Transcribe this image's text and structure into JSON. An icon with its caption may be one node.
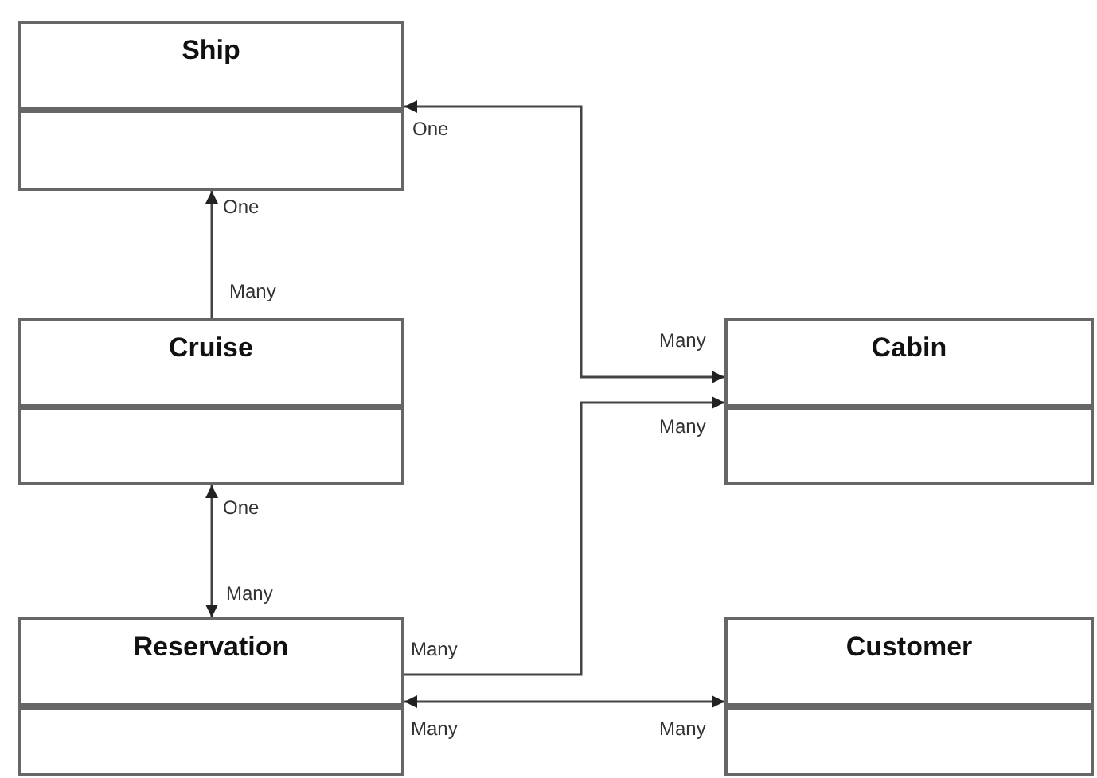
{
  "diagram": {
    "nodes": [
      {
        "text": [
          "Ship"
        ]
      },
      {
        "text": [
          "Cruise"
        ]
      },
      {
        "text": [
          "Cabin"
        ]
      },
      {
        "text": [
          "Reservation"
        ]
      },
      {
        "text": [
          "Customer"
        ]
      }
    ],
    "edges": [
      {
        "from": 1,
        "to": 0,
        "arrow": "to"
      },
      {
        "from": 0,
        "to": 2,
        "arrow": "both"
      },
      {
        "from": 1,
        "to": 3,
        "arrow": "both"
      },
      {
        "from": 3,
        "to": 2,
        "arrow": "to"
      },
      {
        "from": 3,
        "to": 4,
        "arrow": "both"
      }
    ],
    "labels": [
      "One",
      "One",
      "Many",
      "Many",
      "Many",
      "One",
      "Many",
      "Many",
      "Many",
      "Many"
    ]
  }
}
